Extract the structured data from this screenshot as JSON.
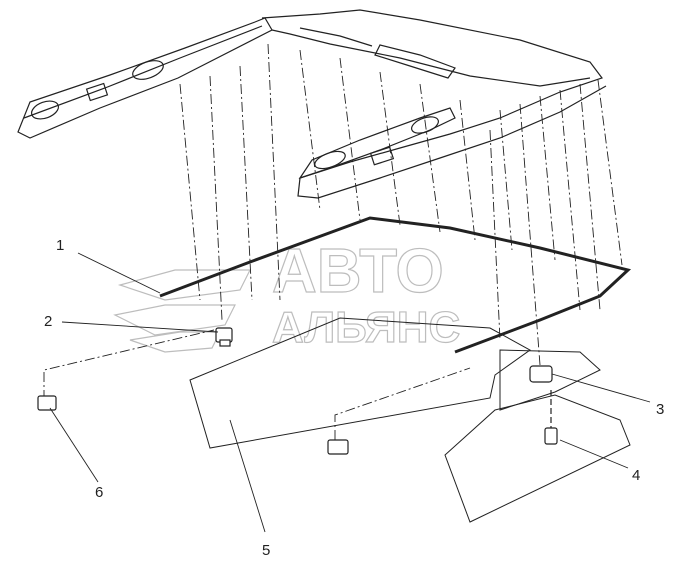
{
  "callouts": [
    {
      "label": "1",
      "part": "roof-seal-strip"
    },
    {
      "label": "2",
      "part": "clip"
    },
    {
      "label": "3",
      "part": "bracket"
    },
    {
      "label": "4",
      "part": "fastener"
    },
    {
      "label": "5",
      "part": "roof-panel"
    },
    {
      "label": "6",
      "part": "clip"
    }
  ],
  "watermark": {
    "line1": "АВТО",
    "line2": "АЛЬЯНС"
  },
  "colors": {
    "line": "#222222",
    "watermark": "#bdbdbd",
    "background": "#ffffff"
  }
}
